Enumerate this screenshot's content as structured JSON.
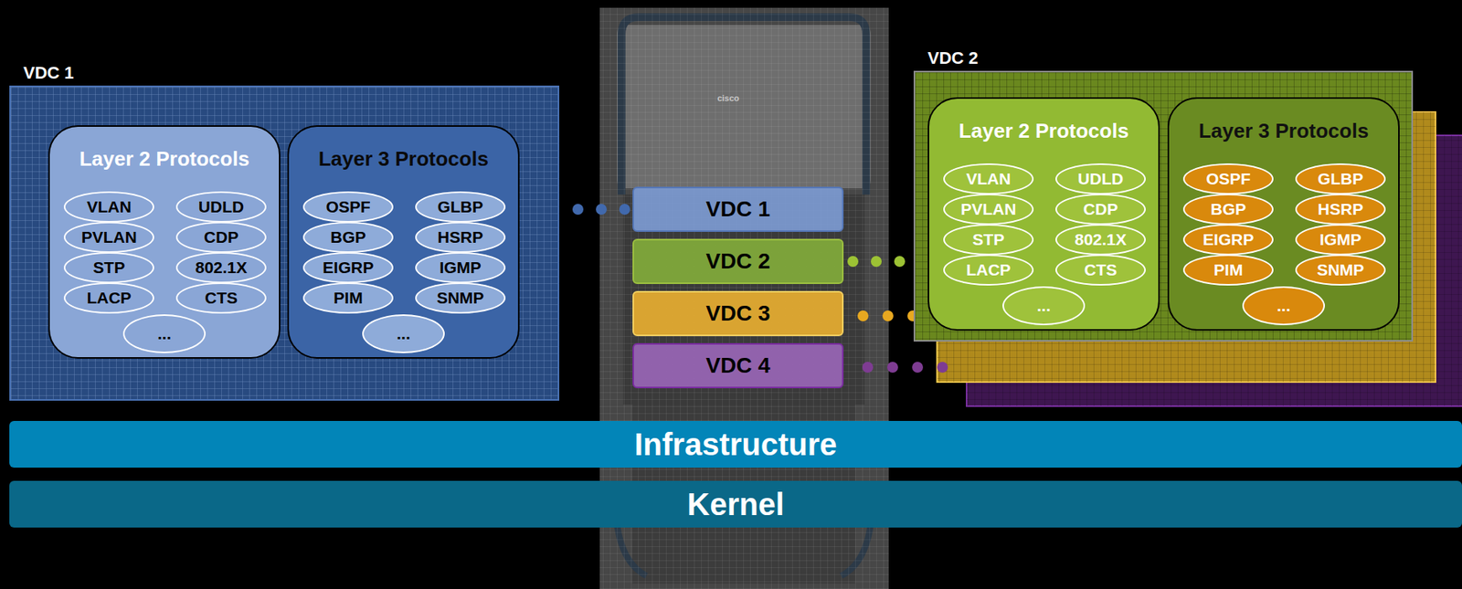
{
  "diagram": {
    "nodes": [
      {
        "text": [
          "VDC 1"
        ]
      },
      {
        "text": [
          "Layer 2 Protocols"
        ],
        "in": 0
      },
      {
        "text": [
          "VLAN"
        ],
        "in": 1
      },
      {
        "text": [
          "UDLD"
        ],
        "in": 1
      },
      {
        "text": [
          "PVLAN"
        ],
        "in": 1
      },
      {
        "text": [
          "CDP"
        ],
        "in": 1
      },
      {
        "text": [
          "STP"
        ],
        "in": 1
      },
      {
        "text": [
          "802.1X"
        ],
        "in": 1
      },
      {
        "text": [
          "LACP"
        ],
        "in": 1
      },
      {
        "text": [
          "CTS"
        ],
        "in": 1
      },
      {
        "text": [
          "..."
        ],
        "in": 1
      },
      {
        "text": [
          "Layer 3 Protocols"
        ],
        "in": 0
      },
      {
        "text": [
          "OSPF"
        ],
        "in": 11
      },
      {
        "text": [
          "GLBP"
        ],
        "in": 11
      },
      {
        "text": [
          "BGP"
        ],
        "in": 11
      },
      {
        "text": [
          "HSRP"
        ],
        "in": 11
      },
      {
        "text": [
          "EIGRP"
        ],
        "in": 11
      },
      {
        "text": [
          "IGMP"
        ],
        "in": 11
      },
      {
        "text": [
          "PIM"
        ],
        "in": 11
      },
      {
        "text": [
          "SNMP"
        ],
        "in": 11
      },
      {
        "text": [
          "..."
        ],
        "in": 11
      },
      {
        "text": [
          "VDC 1"
        ]
      },
      {
        "text": [
          "VDC 2"
        ]
      },
      {
        "text": [
          "VDC 3"
        ]
      },
      {
        "text": [
          "VDC 4"
        ]
      },
      {
        "text": [
          "VDC 2"
        ]
      },
      {
        "text": [
          "Layer 2 Protocols"
        ],
        "in": 25
      },
      {
        "text": [
          "VLAN"
        ],
        "in": 26
      },
      {
        "text": [
          "UDLD"
        ],
        "in": 26
      },
      {
        "text": [
          "PVLAN"
        ],
        "in": 26
      },
      {
        "text": [
          "CDP"
        ],
        "in": 26
      },
      {
        "text": [
          "STP"
        ],
        "in": 26
      },
      {
        "text": [
          "802.1X"
        ],
        "in": 26
      },
      {
        "text": [
          "LACP"
        ],
        "in": 26
      },
      {
        "text": [
          "CTS"
        ],
        "in": 26
      },
      {
        "text": [
          "..."
        ],
        "in": 26
      },
      {
        "text": [
          "Layer 3 Protocols"
        ],
        "in": 25
      },
      {
        "text": [
          "OSPF"
        ],
        "in": 36
      },
      {
        "text": [
          "GLBP"
        ],
        "in": 36
      },
      {
        "text": [
          "BGP"
        ],
        "in": 36
      },
      {
        "text": [
          "HSRP"
        ],
        "in": 36
      },
      {
        "text": [
          "EIGRP"
        ],
        "in": 36
      },
      {
        "text": [
          "IGMP"
        ],
        "in": 36
      },
      {
        "text": [
          "PIM"
        ],
        "in": 36
      },
      {
        "text": [
          "SNMP"
        ],
        "in": 36
      },
      {
        "text": [
          "..."
        ],
        "in": 36
      },
      {
        "text": [
          "Infrastructure"
        ]
      },
      {
        "text": [
          "Kernel"
        ]
      }
    ],
    "edges": [
      {
        "from": 21,
        "to": 0,
        "arrow": "none"
      },
      {
        "from": 22,
        "to": 25,
        "arrow": "none"
      }
    ],
    "labels": [
      "cisco"
    ]
  }
}
